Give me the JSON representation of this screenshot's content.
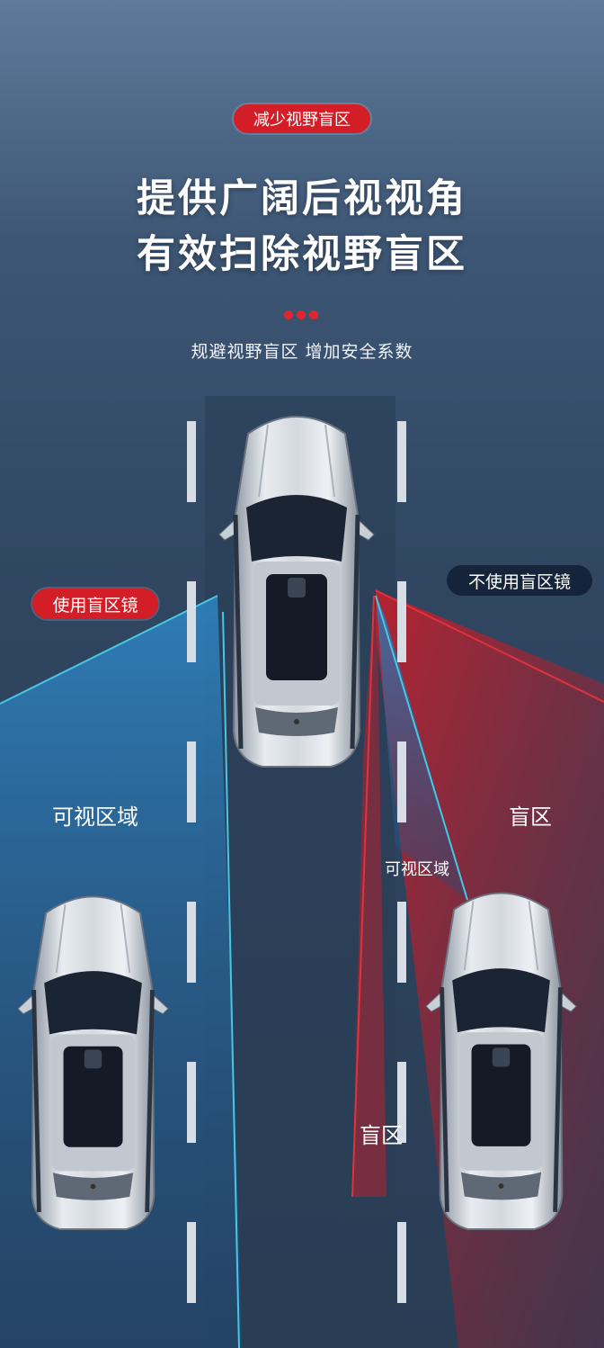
{
  "header": {
    "tag": "减少视野盲区",
    "headline_line1": "提供广阔后视视角",
    "headline_line2": "有效扫除视野盲区",
    "subtitle": "规避视野盲区 增加安全系数"
  },
  "callouts": {
    "with_mirror": "使用盲区镜",
    "without_mirror": "不使用盲区镜"
  },
  "zones": {
    "visible_left": "可视区域",
    "blind_right": "盲区",
    "visible_center": "可视区域",
    "blind_bottom": "盲区"
  },
  "colors": {
    "accent_red": "#d41e27",
    "visible_zone": "#2e8ec8",
    "blind_zone": "#c5232e",
    "background": "#2f4560"
  }
}
